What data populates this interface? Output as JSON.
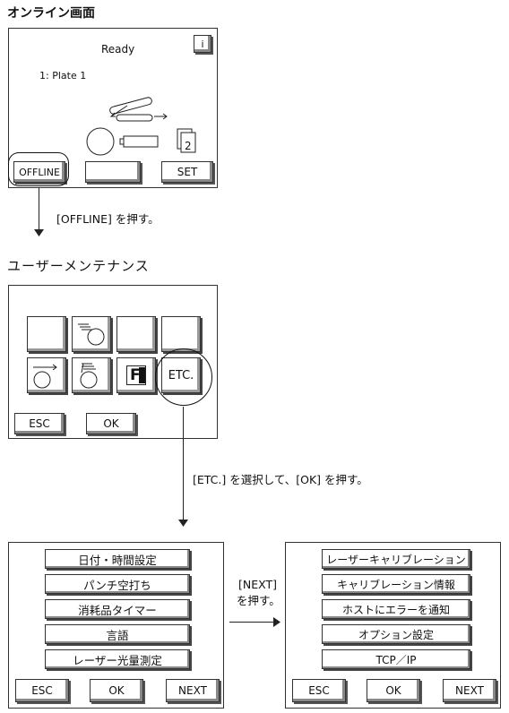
{
  "sections": {
    "online_title": "オンライン画面",
    "maintenance_title": "ユーザーメンテナンス"
  },
  "online": {
    "status": "Ready",
    "plate": "1: Plate 1",
    "info_icon_label": "i",
    "doc_number": "2",
    "buttons": {
      "offline": "OFFLINE",
      "blank": "",
      "set": "SET"
    }
  },
  "instructions": {
    "press_offline": "[OFFLINE] を押す。",
    "select_etc": "[ETC.] を選択して、[OK] を押す。",
    "press_next_1": "[NEXT]",
    "press_next_2": "を押す。"
  },
  "maintenance": {
    "etc_label": "ETC.",
    "f_label": "F",
    "buttons": {
      "esc": "ESC",
      "ok": "OK"
    }
  },
  "menu1": {
    "items": [
      "日付・時間設定",
      "パンチ空打ち",
      "消耗品タイマー",
      "言語",
      "レーザー光量測定"
    ],
    "buttons": {
      "esc": "ESC",
      "ok": "OK",
      "next": "NEXT"
    }
  },
  "menu2": {
    "items": [
      "レーザーキャリブレーション",
      "キャリブレーション情報",
      "ホストにエラーを通知",
      "オプション設定",
      "TCP／IP"
    ],
    "buttons": {
      "esc": "ESC",
      "ok": "OK",
      "next": "NEXT"
    }
  }
}
